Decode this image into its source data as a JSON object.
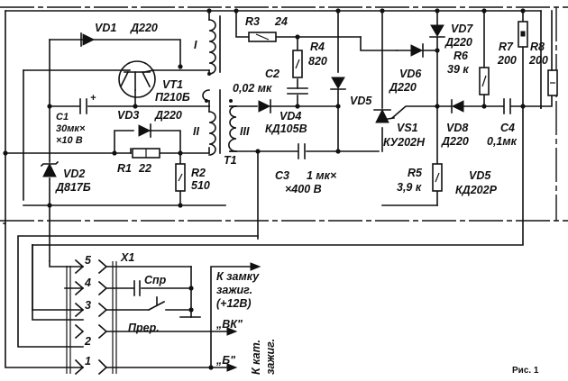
{
  "figure_caption": "Рис. 1",
  "components": {
    "VD1": {
      "ref": "VD1",
      "type": "Д220"
    },
    "VT1": {
      "ref": "VT1",
      "type": "П210Б"
    },
    "VD3": {
      "ref": "VD3",
      "type": "Д220"
    },
    "C1": {
      "ref": "C1",
      "value1": "30мк×",
      "value2": "×10 В",
      "polarity": "+"
    },
    "R1": {
      "ref": "R1",
      "value": "22"
    },
    "R2": {
      "ref": "R2",
      "value": "510"
    },
    "VD2": {
      "ref": "VD2",
      "type": "Д817Б"
    },
    "R3": {
      "ref": "R3",
      "value": "24"
    },
    "R4": {
      "ref": "R4",
      "value": "820"
    },
    "C2": {
      "ref": "C2",
      "value": "0,02 мк"
    },
    "VD4": {
      "ref": "VD4",
      "type": "КД105В"
    },
    "VD5": {
      "ref": "VD5",
      "type": "КД202Р"
    },
    "C3": {
      "ref": "C3",
      "value1": "1 мк×",
      "value2": "×400 В"
    },
    "VD6": {
      "ref": "VD6",
      "type": "Д220"
    },
    "VS1": {
      "ref": "VS1",
      "type": "КУ202Н"
    },
    "R5": {
      "ref": "R5",
      "value": "3,9 к"
    },
    "VD7": {
      "ref": "VD7",
      "type": "Д220"
    },
    "R6": {
      "ref": "R6",
      "value": "39 к"
    },
    "VD8": {
      "ref": "VD8",
      "type": "Д220"
    },
    "C4": {
      "ref": "C4",
      "value": "0,1мк"
    },
    "R7": {
      "ref": "R7",
      "value": "200"
    },
    "R8": {
      "ref": "R8",
      "value": "200"
    },
    "T1": {
      "ref": "T1",
      "windings": [
        "I",
        "II",
        "III"
      ]
    }
  },
  "connector": {
    "ref": "X1",
    "pins": [
      "5",
      "4",
      "3",
      "2",
      "1"
    ],
    "capacitor_label": "Cпр",
    "breaker_label": "Прер."
  },
  "outputs": {
    "ignition_lock": [
      "К замку",
      "зажиг.",
      "(+12В)"
    ],
    "vk": "„ВК\"",
    "b": "„Б\"",
    "coil": [
      "К кат.",
      "зажиг."
    ]
  }
}
